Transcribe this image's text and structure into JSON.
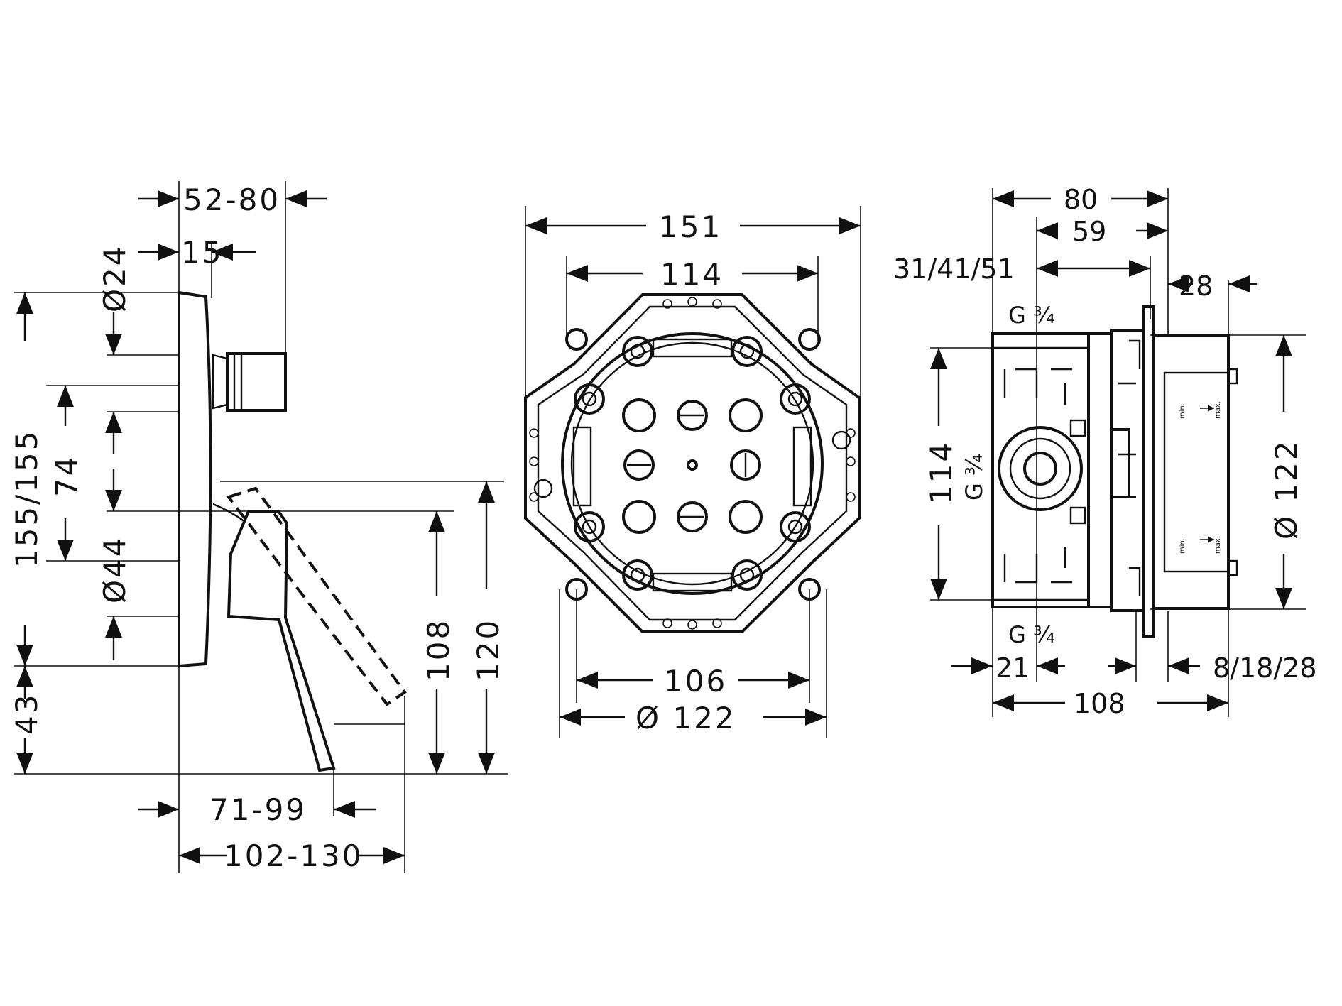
{
  "side_view": {
    "d_52_80": "52-80",
    "d_15": "15",
    "d_diam24": "Ø24",
    "d_155": "155/155",
    "d_74": "74",
    "d_diam44": "Ø44",
    "d_43": "43",
    "d_108": "108",
    "d_120": "120",
    "d_71_99": "71-99",
    "d_102_130": "102-130"
  },
  "front_view": {
    "d_151": "151",
    "d_114": "114",
    "d_106": "106",
    "d_diam122": "Ø 122"
  },
  "body_view": {
    "d_80": "80",
    "d_59": "59",
    "d_31_41_51": "31/41/51",
    "d_28": "28",
    "thread_top": "G ¾",
    "thread_side": "G ¾",
    "thread_bottom": "G ¾",
    "d_114": "114",
    "d_122": "Ø 122",
    "d_21": "21",
    "d_8_18_28": "8/18/28",
    "d_108": "108",
    "min_label": "min.",
    "max_label": "max."
  }
}
